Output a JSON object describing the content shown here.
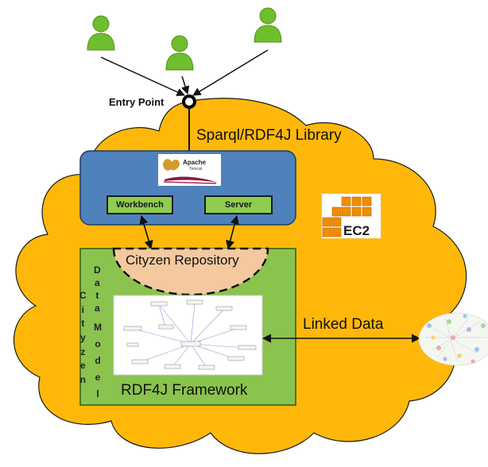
{
  "labels": {
    "entry_point": "Entry Point",
    "library": "Sparql/RDF4J Library",
    "linked_data": "Linked Data",
    "repository": "Cityzen Repository",
    "framework": "RDF4J Framework",
    "data_model_cityzen": "Cityzen",
    "data_model_data": "Data",
    "data_model_model": "Model"
  },
  "server_box": {
    "tomcat_title": "Apache",
    "tomcat_subtitle": "Tomcat",
    "workbench_label": "Workbench",
    "server_label": "Server"
  },
  "ec2_badge": {
    "text": "EC2"
  },
  "colors": {
    "cloud": "#ffb80a",
    "server_box": "#4f81bd",
    "framework_box": "#8bc34f",
    "button": "#8fcd50",
    "repository": "#f5c9a0",
    "user_icon": "#6fbe2e",
    "ec2_orange": "#f08c00"
  },
  "icons": [
    "user-icon",
    "user-icon",
    "user-icon",
    "entry-point-icon",
    "tomcat-logo",
    "ec2-logo",
    "linked-data-graph-icon"
  ]
}
